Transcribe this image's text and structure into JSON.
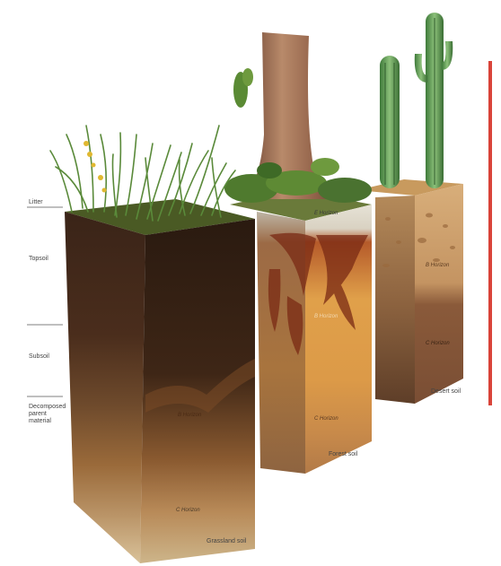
{
  "labels": {
    "litter": "Litter",
    "topsoil": "Topsoil",
    "subsoil": "Subsoil",
    "decomposed": "Decomposed parent material"
  },
  "soils": {
    "grassland": {
      "name": "Grassland soil",
      "horizon_b": "B Horizon",
      "horizon_c": "C Horizon"
    },
    "forest": {
      "name": "Forest soil",
      "horizon_e": "E Horizon",
      "horizon_b": "B Horizon",
      "horizon_c": "C Horizon"
    },
    "desert": {
      "name": "Desert soil",
      "horizon_b": "B Horizon",
      "horizon_c": "C Horizon"
    }
  },
  "colors": {
    "accent_bar": "#d9443a",
    "topsoil_dark": "#3b2416",
    "forest_orange": "#d98c3c",
    "desert_tan": "#c99663"
  }
}
